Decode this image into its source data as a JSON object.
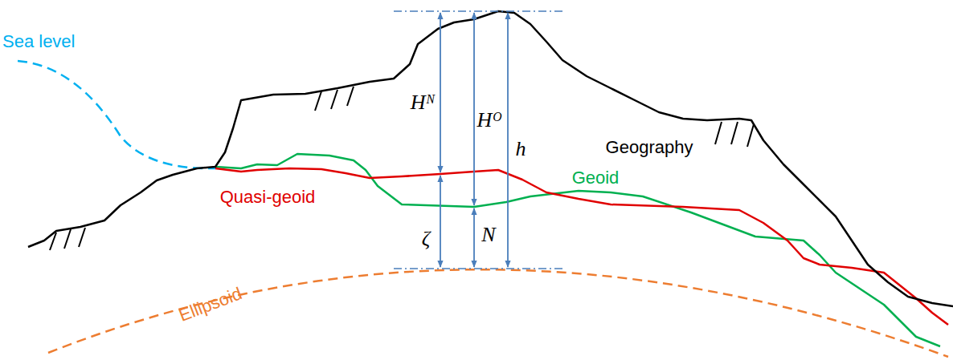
{
  "diagram": {
    "labels": [
      "Sea level",
      "Geography",
      "Quasi-geoid",
      "Geoid",
      "Ellipsoid",
      "Hᴺ",
      "Hᴼ",
      "h",
      "ζ",
      "N"
    ]
  }
}
